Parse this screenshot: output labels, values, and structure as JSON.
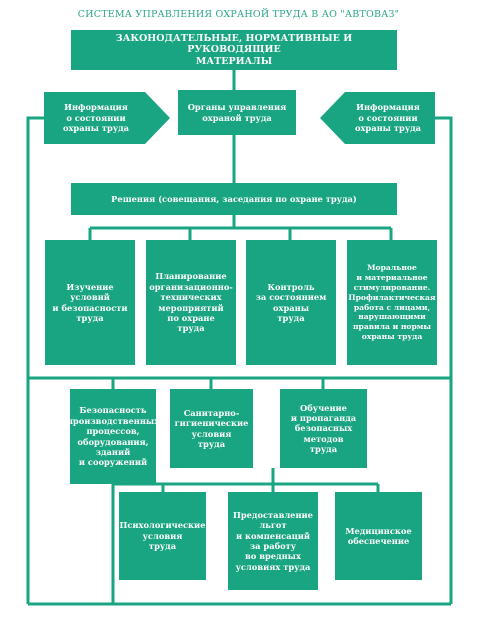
{
  "title": "СИСТЕМА УПРАВЛЕНИЯ ОХРАНОЙ ТРУДА В АО \"АВТОВАЗ\"",
  "colors": {
    "accent": "#1aa582",
    "title": "#2aa58a",
    "text": "#ffffff"
  },
  "boxes": {
    "legislative": "ЗАКОНОДАТЕЛЬНЫЕ, НОРМАТИВНЫЕ И РУКОВОДЯЩИЕ\nМАТЕРИАЛЫ",
    "info_left": "Информация\nо состоянии\nохраны труда",
    "management": "Органы управления\nохраной труда",
    "info_right": "Информация\nо состоянии\nохраны труда",
    "decisions": "Решения (совещания, заседания по охране труда)",
    "study": "Изучение\nусловий\nи безопасности\nтруда",
    "planning": "Планирование\nорганизационно-\nтехнических\nмероприятий\nпо охране\nтруда",
    "control": "Контроль\nза состоянием\nохраны\nтруда",
    "stimulation": "Моральное\nи материальное\nстимулирование.\nПрофилактическая\nработа с лицами,\nнарушающими\nправила и нормы\nохраны труда",
    "safety": "Безопасность\nпроизводственных\nпроцессов,\nоборудования,\nзданий\nи сооружений",
    "sanitary": "Санитарно-\nгигиенические\nусловия\nтруда",
    "training": "Обучение\nи пропаганда\nбезопасных\nметодов\nтруда",
    "psychological": "Психологические\nусловия\nтруда",
    "benefits": "Предоставление\nльгот\nи компенсаций\nза работу\nво вредных\nусловиях труда",
    "medical": "Медицинское\nобеспечение"
  }
}
